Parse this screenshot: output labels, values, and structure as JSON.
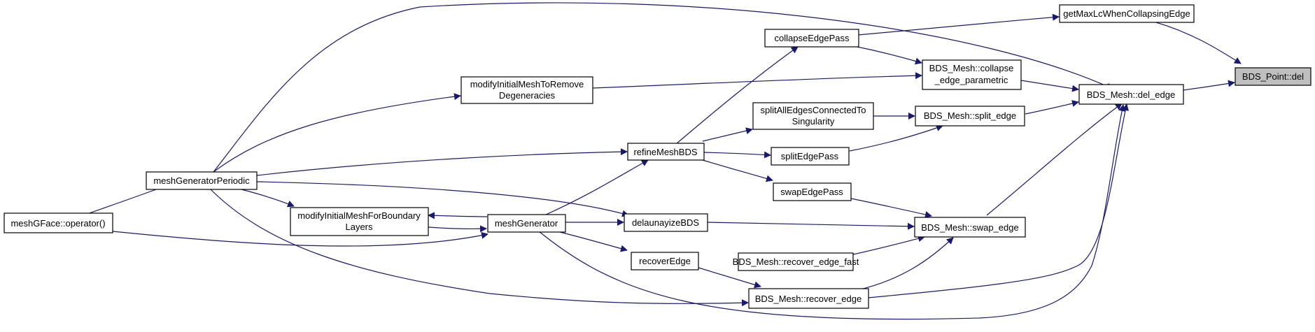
{
  "graph": {
    "colors": {
      "edge": "#191970",
      "node_fill": "#ffffff",
      "root_fill": "#bfbfbf",
      "node_border": "#000000"
    },
    "nodes": {
      "bds_point_del": {
        "lines": [
          "BDS_Point::del"
        ]
      },
      "get_max_lc": {
        "lines": [
          "getMaxLcWhenCollapsingEdge"
        ]
      },
      "bds_mesh_del_edge": {
        "lines": [
          "BDS_Mesh::del_edge"
        ]
      },
      "collapse_edge_pass": {
        "lines": [
          "collapseEdgePass"
        ]
      },
      "bds_mesh_collapse": {
        "lines": [
          "BDS_Mesh::collapse",
          "_edge_parametric"
        ]
      },
      "modify_initial_mesh_remove": {
        "lines": [
          "modifyInitialMeshToRemove",
          "Degeneracies"
        ]
      },
      "split_all_edges": {
        "lines": [
          "splitAllEdgesConnectedTo",
          "Singularity"
        ]
      },
      "bds_mesh_split_edge": {
        "lines": [
          "BDS_Mesh::split_edge"
        ]
      },
      "refine_mesh_bds": {
        "lines": [
          "refineMeshBDS"
        ]
      },
      "split_edge_pass": {
        "lines": [
          "splitEdgePass"
        ]
      },
      "mesh_generator_periodic": {
        "lines": [
          "meshGeneratorPeriodic"
        ]
      },
      "swap_edge_pass": {
        "lines": [
          "swapEdgePass"
        ]
      },
      "mesh_gface_operator": {
        "lines": [
          "meshGFace::operator()"
        ]
      },
      "modify_initial_mesh_boundary": {
        "lines": [
          "modifyInitialMeshForBoundary",
          "Layers"
        ]
      },
      "mesh_generator": {
        "lines": [
          "meshGenerator"
        ]
      },
      "delaunayize_bds": {
        "lines": [
          "delaunayizeBDS"
        ]
      },
      "bds_mesh_swap_edge": {
        "lines": [
          "BDS_Mesh::swap_edge"
        ]
      },
      "bds_mesh_recover_edge_fast": {
        "lines": [
          "BDS_Mesh::recover_edge_fast"
        ]
      },
      "recover_edge": {
        "lines": [
          "recoverEdge"
        ]
      },
      "bds_mesh_recover_edge": {
        "lines": [
          "BDS_Mesh::recover_edge"
        ]
      }
    }
  }
}
